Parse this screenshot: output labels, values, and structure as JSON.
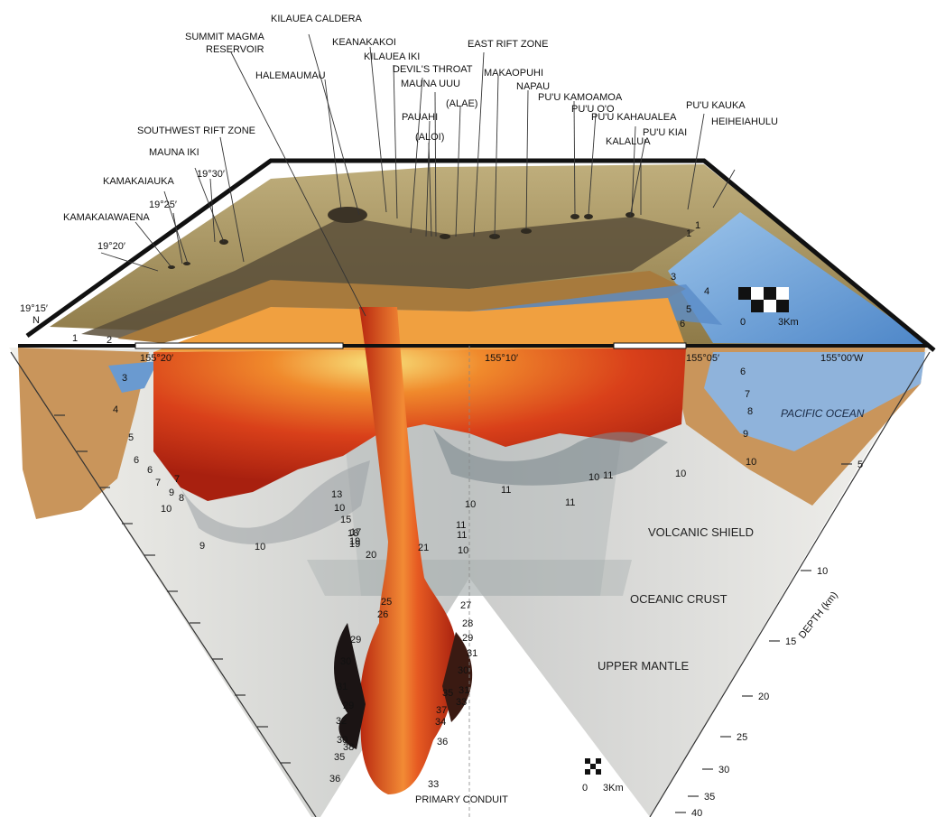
{
  "features": {
    "kilauea_caldera": "KILAUEA CALDERA",
    "summit_magma": "SUMMIT MAGMA",
    "reservoir": "RESERVOIR",
    "keanakakoi": "KEANAKAKOI",
    "kilauea_iki": "KILAUEA IKI",
    "east_rift_zone": "EAST RIFT ZONE",
    "halemaumau": "HALEMAUMAU",
    "devils_throat": "DEVIL'S THROAT",
    "makaopuhi": "MAKAOPUHI",
    "mauna_uuu": "MAUNA UUU",
    "napau": "NAPAU",
    "alae": "(ALAE)",
    "puu_kamoamoa": "PU'U KAMOAMOA",
    "puu_oo": "PU'U O'O",
    "pauahi": "PAUAHI",
    "southwest_rift_zone": "SOUTHWEST RIFT ZONE",
    "aloi": "(ALOI)",
    "puu_kahaualea": "PU'U KAHAUALEA",
    "puu_kauka": "PU'U KAUKA",
    "mauna_iki": "MAUNA IKI",
    "puu_kiai": "PU'U KIAI",
    "kalalua": "KALALUA",
    "heiheiahulu": "HEIHEIAHULU",
    "kamakaiauka": "KAMAKAIAUKA",
    "kamakaiawaena": "KAMAKAIAWAENA",
    "primary_conduit": "PRIMARY CONDUIT"
  },
  "coordinates": {
    "lat_1930": "19°30′",
    "lat_1925": "19°25′",
    "lat_1920": "19°20′",
    "lat_1915": "19°15′",
    "lat_n": "N",
    "lon_15520": "155°20′",
    "lon_15510": "155°10′",
    "lon_15505": "155°05′",
    "lon_15500": "155°00′W"
  },
  "layers": {
    "pacific_ocean": "PACIFIC OCEAN",
    "volcanic_shield": "VOLCANIC SHIELD",
    "oceanic_crust": "OCEANIC CRUST",
    "upper_mantle": "UPPER MANTLE"
  },
  "depth_axis": {
    "title": "DEPTH (km)",
    "ticks": [
      "5",
      "10",
      "15",
      "20",
      "25",
      "30",
      "35",
      "40"
    ]
  },
  "scale_bars": {
    "top": {
      "zero": "0",
      "length": "3Km"
    },
    "bottom": {
      "zero": "0",
      "length": "3Km"
    }
  },
  "contour_labels": [
    "1",
    "1",
    "2",
    "1",
    "3",
    "4",
    "5",
    "6",
    "3",
    "4",
    "5",
    "6",
    "6",
    "7",
    "7",
    "9",
    "8",
    "10",
    "9",
    "10",
    "6",
    "7",
    "8",
    "9",
    "10",
    "10",
    "10",
    "11",
    "10",
    "11",
    "11",
    "11",
    "13",
    "10",
    "15",
    "17",
    "19",
    "18",
    "19",
    "20",
    "21",
    "10",
    "11",
    "25",
    "26",
    "27",
    "28",
    "29",
    "29",
    "30",
    "31",
    "30",
    "31",
    "29",
    "32",
    "30",
    "38",
    "33",
    "35",
    "36",
    "33",
    "31",
    "35",
    "37",
    "34",
    "36"
  ]
}
